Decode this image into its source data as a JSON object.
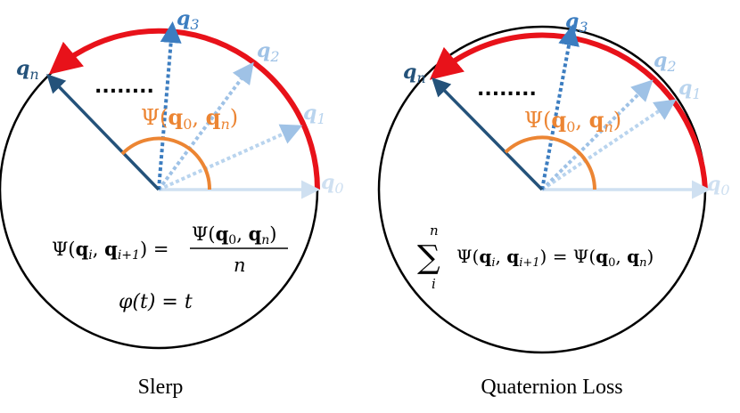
{
  "colors": {
    "red": "#e8121a",
    "navy": "#24527a",
    "blue_mid": "#3c7dc0",
    "blue_light": "#9fc2e6",
    "blue_pale": "#cfe0f1",
    "orange": "#ec8533",
    "black": "#000000"
  },
  "panels": [
    {
      "caption": "Slerp",
      "labels": {
        "qn": "q",
        "qn_sub": "n",
        "q3": "q",
        "q3_sub": "3",
        "q2": "q",
        "q2_sub": "2",
        "q1": "q",
        "q1_sub": "1",
        "q0": "q",
        "q0_sub": "0"
      },
      "dots": "........",
      "angle_label": {
        "psi": "Ψ(",
        "q0": "q",
        "q0_sub": "0",
        "comma": ", ",
        "qn": "q",
        "qn_sub": "n",
        "close": ")"
      },
      "equation1": {
        "lhs_psi": "Ψ(",
        "lhs_q1": "q",
        "lhs_q1_sub": "i",
        "lhs_comma": ", ",
        "lhs_q2": "q",
        "lhs_q2_sub": "i+1",
        "lhs_close": ") =",
        "num_psi": "Ψ(",
        "num_q0": "q",
        "num_q0_sub": "0",
        "num_comma": ", ",
        "num_qn": "q",
        "num_qn_sub": "n",
        "num_close": ")",
        "den": "n"
      },
      "equation2": {
        "phi": "φ",
        "rest": "(t) = t"
      }
    },
    {
      "caption": "Quaternion Loss",
      "labels": {
        "qn": "q",
        "qn_sub": "n",
        "q3": "q",
        "q3_sub": "3",
        "q2": "q",
        "q2_sub": "2",
        "q1": "q",
        "q1_sub": "1",
        "q0": "q",
        "q0_sub": "0"
      },
      "dots": "........",
      "angle_label": {
        "psi": "Ψ(",
        "q0": "q",
        "q0_sub": "0",
        "comma": ", ",
        "qn": "q",
        "qn_sub": "n",
        "close": ")"
      },
      "equation1": {
        "sum": "∑",
        "sum_top": "n",
        "sum_bottom": "i",
        "lhs_psi": "Ψ(",
        "lhs_q1": "q",
        "lhs_q1_sub": "i",
        "lhs_comma": ", ",
        "lhs_q2": "q",
        "lhs_q2_sub": "i+1",
        "lhs_close": ") = Ψ(",
        "rhs_q0": "q",
        "rhs_q0_sub": "0",
        "rhs_comma": ", ",
        "rhs_qn": "q",
        "rhs_qn_sub": "n",
        "rhs_close": ")"
      }
    }
  ]
}
